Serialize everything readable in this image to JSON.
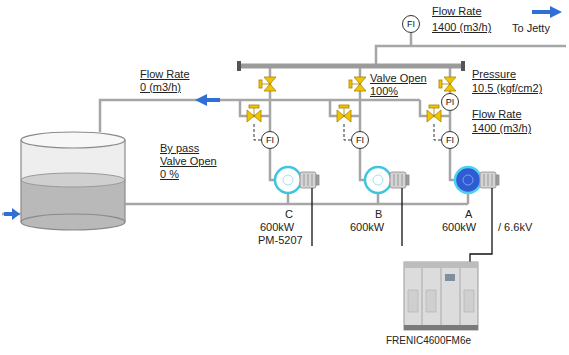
{
  "diagram": {
    "nodes": [
      {
        "text": [
          "FI"
        ]
      },
      {
        "text": [
          "PI"
        ]
      },
      {
        "text": [
          "FI"
        ]
      },
      {
        "text": [
          "FI"
        ]
      },
      {
        "text": [
          "FI"
        ]
      }
    ],
    "edges": [
      {
        "from": 4,
        "to": 1,
        "arrow": "none"
      }
    ],
    "labels": [
      "Flow Rate",
      "1400 (m3/h)",
      "To Jetty",
      "Flow Rate",
      "0 (m3/h)",
      "Valve Open",
      "100%",
      "Pressure",
      "10.5 (kgf/cm2)",
      "Flow Rate",
      "1400 (m3/h)",
      "By pass",
      "Valve Open",
      "0 %",
      "C",
      "600kW",
      "PM-5207",
      "B",
      "600kW",
      "A",
      "600kW",
      "/ 6.6kV",
      "FRENIC4600FM6e"
    ]
  }
}
